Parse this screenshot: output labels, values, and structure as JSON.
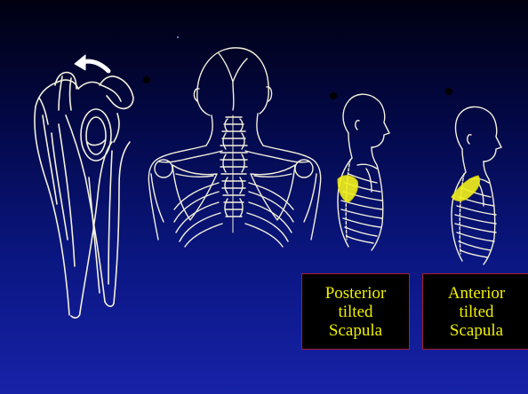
{
  "slide": {
    "background_top": "#000010",
    "background_bottom": "#1722a8",
    "line_color": "#ffffff",
    "highlight_color": "#ffff00"
  },
  "figures": [
    {
      "name": "scapula-lateral",
      "icon": "scapula-lateral-drawing"
    },
    {
      "name": "upper-back-posterior",
      "icon": "back-skeleton-drawing"
    },
    {
      "name": "torso-side-posterior-tilt",
      "icon": "torso-side-drawing"
    },
    {
      "name": "torso-side-anterior-tilt",
      "icon": "torso-side-drawing"
    }
  ],
  "labels": {
    "posterior": {
      "line1": "Posterior",
      "line2": "tilted",
      "line3": "Scapula"
    },
    "anterior": {
      "line1": "Anterior",
      "line2": "tilted",
      "line3": "Scapula"
    }
  },
  "label_style": {
    "text_color": "#f0f000",
    "border_color": "#a8202c",
    "background": "#000000"
  }
}
